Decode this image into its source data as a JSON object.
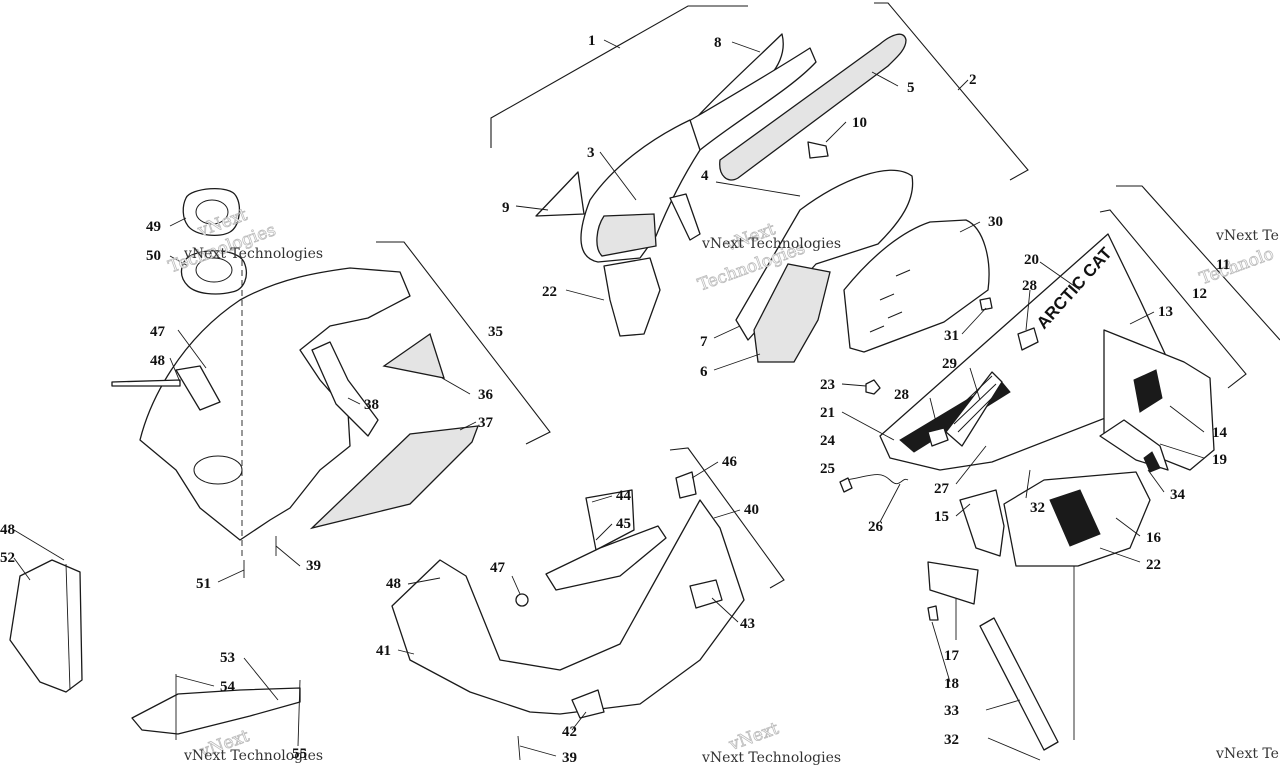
{
  "watermark": {
    "line1": "vNext",
    "line2": "Technologies",
    "full": "vNext Technologies",
    "partial_right": "vNext Te",
    "partial_right2": "Technolo"
  },
  "decal_text": "ARCTIC CAT",
  "callouts": {
    "c1": "1",
    "c2": "2",
    "c3": "3",
    "c4": "4",
    "c5": "5",
    "c6": "6",
    "c7": "7",
    "c8": "8",
    "c9": "9",
    "c10": "10",
    "c11": "11",
    "c12": "12",
    "c13": "13",
    "c14": "14",
    "c15": "15",
    "c16": "16",
    "c17": "17",
    "c18": "18",
    "c19": "19",
    "c20": "20",
    "c21": "21",
    "c22a": "22",
    "c22b": "22",
    "c23": "23",
    "c24": "24",
    "c25": "25",
    "c26": "26",
    "c27": "27",
    "c28a": "28",
    "c28b": "28",
    "c29": "29",
    "c30": "30",
    "c31": "31",
    "c32a": "32",
    "c32b": "32",
    "c33": "33",
    "c34": "34",
    "c35": "35",
    "c36": "36",
    "c37": "37",
    "c38": "38",
    "c39a": "39",
    "c39b": "39",
    "c40": "40",
    "c41": "41",
    "c42": "42",
    "c43": "43",
    "c44": "44",
    "c45": "45",
    "c46": "46",
    "c47a": "47",
    "c47b": "47",
    "c48a": "48",
    "c48b": "48",
    "c48c": "48",
    "c49": "49",
    "c50": "50",
    "c51": "51",
    "c52": "52",
    "c53": "53",
    "c54": "54",
    "c55": "55"
  }
}
